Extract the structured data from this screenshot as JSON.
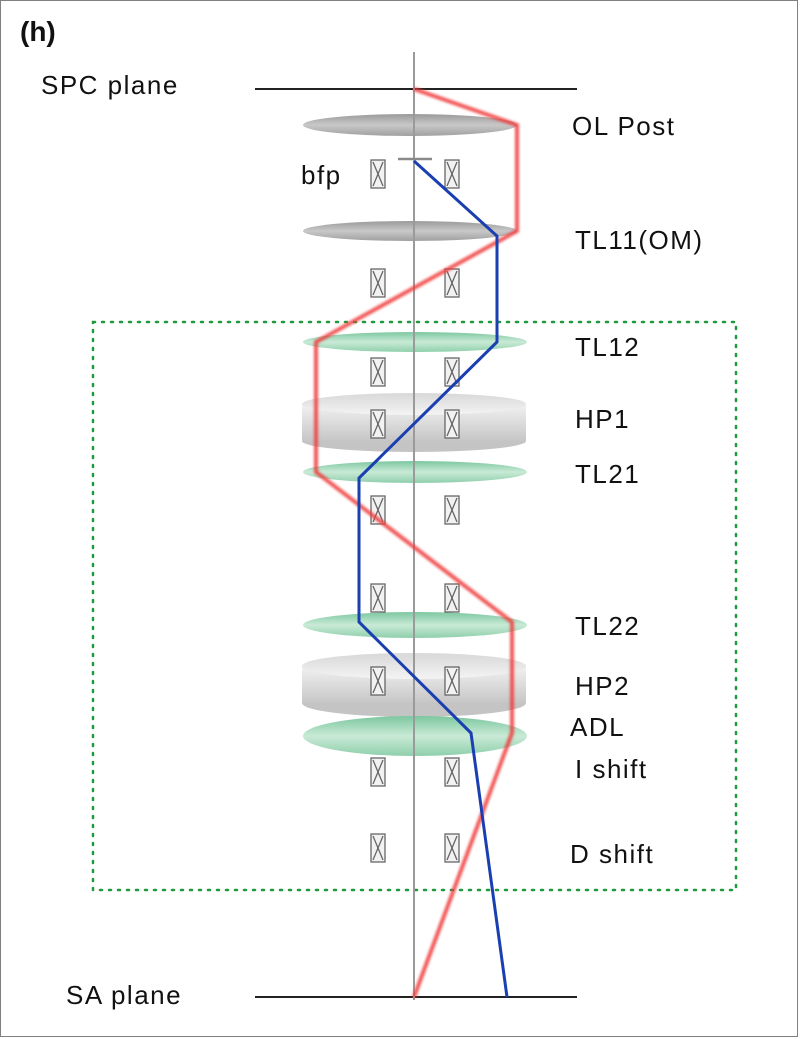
{
  "panel_tag": "(h)",
  "planes": {
    "top": "SPC plane",
    "bottom": "SA plane"
  },
  "labels": {
    "bfp": "bfp",
    "ol_post": "OL Post",
    "tl11": "TL11(OM)",
    "tl12": "TL12",
    "hp1": "HP1",
    "tl21": "TL21",
    "tl22": "TL22",
    "hp2": "HP2",
    "adl": "ADL",
    "i_shift": "I shift",
    "d_shift": "D shift"
  },
  "colors": {
    "red_ray": "#f03a3a",
    "blue_ray": "#1a3fb0",
    "axis": "#9a9a9a",
    "gray_lens": "#b4b4b4",
    "green_lens": "#9fd6b6",
    "hexapole": "#dcdcdc",
    "dotted_box": "#1e9a3e"
  }
}
